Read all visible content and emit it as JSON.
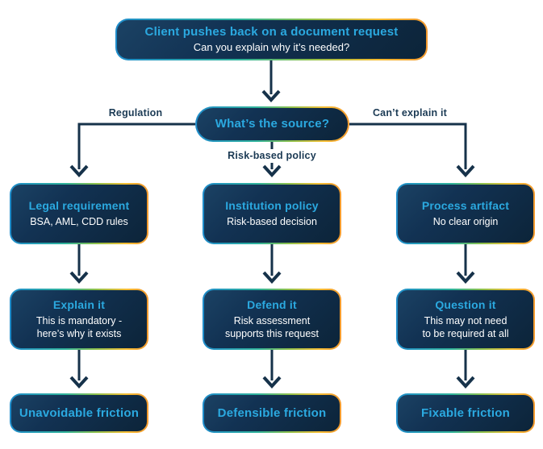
{
  "colors": {
    "page_bg": "#ffffff",
    "heading": "#2BA9E0",
    "body_text": "#ffffff",
    "navy": "#16324A",
    "label": "#1B3A54",
    "fill_a": "#0C2439",
    "fill_b": "#1B4264",
    "border_1": "#1F8CCB",
    "border_2": "#2FB39B",
    "border_3": "#8DC04B",
    "border_4": "#F6BD33",
    "border_5": "#F2992E"
  },
  "top_box": {
    "title": "Client pushes back on a document request",
    "subtitle": "Can you explain why it’s needed?"
  },
  "source_pill": {
    "label": "What’s the source?"
  },
  "branch_labels": {
    "left": "Regulation",
    "middle": "Risk-based policy",
    "right": "Can’t explain it"
  },
  "columns": [
    {
      "source": {
        "title": "Legal requirement",
        "subtitle": "BSA, AML, CDD rules"
      },
      "action": {
        "title": "Explain it",
        "subtitle": "This is mandatory -\nhere’s why it exists"
      },
      "outcome": "Unavoidable friction"
    },
    {
      "source": {
        "title": "Institution policy",
        "subtitle": "Risk-based decision"
      },
      "action": {
        "title": "Defend it",
        "subtitle": "Risk assessment\nsupports this request"
      },
      "outcome": "Defensible friction"
    },
    {
      "source": {
        "title": "Process artifact",
        "subtitle": "No clear origin"
      },
      "action": {
        "title": "Question it",
        "subtitle": "This may not need\nto be required at all"
      },
      "outcome": "Fixable friction"
    }
  ]
}
